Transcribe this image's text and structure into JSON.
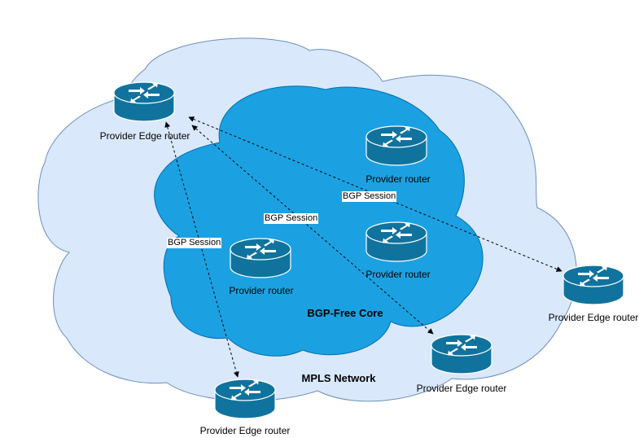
{
  "diagram": {
    "outer_cloud": {
      "label": "MPLS Network",
      "color": "#dae8fc",
      "stroke": "#6c8ebf"
    },
    "inner_cloud": {
      "label": "BGP-Free Core",
      "color": "#1ba1e2",
      "stroke": "#006eaf"
    },
    "router_color": "#10739e",
    "routers": {
      "pe_top_left": "Provider Edge router",
      "pe_right": "Provider Edge router",
      "pe_bottom_mid": "Provider Edge router",
      "pe_bottom_left": "Provider Edge router",
      "p_top": "Provider router",
      "p_mid": "Provider router",
      "p_left": "Provider router"
    },
    "sessions": {
      "s1": "BGP Session",
      "s2": "BGP Session",
      "s3": "BGP Session"
    },
    "icon": "router-icon"
  }
}
